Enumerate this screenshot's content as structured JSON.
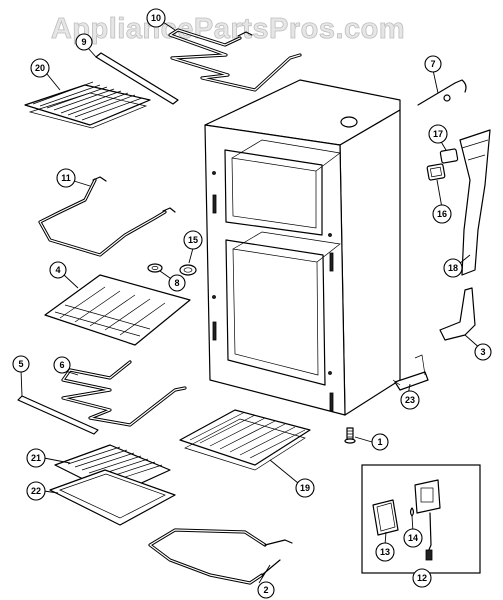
{
  "watermark": "AppliancePartsPros.com",
  "callouts": [
    "1",
    "2",
    "3",
    "4",
    "5",
    "6",
    "7",
    "8",
    "9",
    "10",
    "11",
    "12",
    "13",
    "14",
    "15",
    "16",
    "17",
    "18",
    "19",
    "20",
    "21",
    "22",
    "23"
  ],
  "colors": {
    "line": "#000000",
    "background": "#ffffff",
    "watermark_fill": "#e6e6e6",
    "watermark_stroke": "#bdbdbd"
  }
}
